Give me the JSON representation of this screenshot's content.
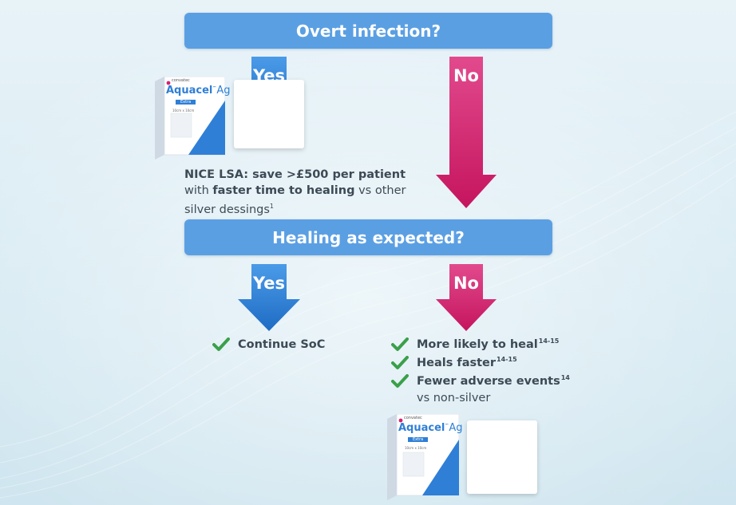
{
  "question_1": "Overt infection?",
  "question_2": "Healing as expected?",
  "arrows": {
    "top_yes": "Yes",
    "top_no": "No",
    "bottom_yes": "Yes",
    "bottom_no": "No"
  },
  "product": {
    "brand": "convatec",
    "name": "Aquacel",
    "suffix": "Ag",
    "variant": "Extra",
    "size": "10cm x 10cm"
  },
  "note": {
    "bold_1": "NICE LSA: save >£500 per patient",
    "text_1": " with ",
    "bold_2": "faster time to healing",
    "text_2": " vs other silver dessings",
    "ref": "1"
  },
  "yes_outcome": "Continue SoC",
  "no_outcomes": [
    {
      "text": "More likely to heal",
      "ref": "14-15"
    },
    {
      "text": "Heals faster",
      "ref": "14-15"
    },
    {
      "text": "Fewer adverse events",
      "ref": "14"
    }
  ],
  "no_outcome_sub": "vs non-silver",
  "colors": {
    "bar": "#5b9fe3",
    "yes_arrow": "#2f7fd6",
    "no_arrow": "#d6206f",
    "check": "#3aa04a"
  }
}
